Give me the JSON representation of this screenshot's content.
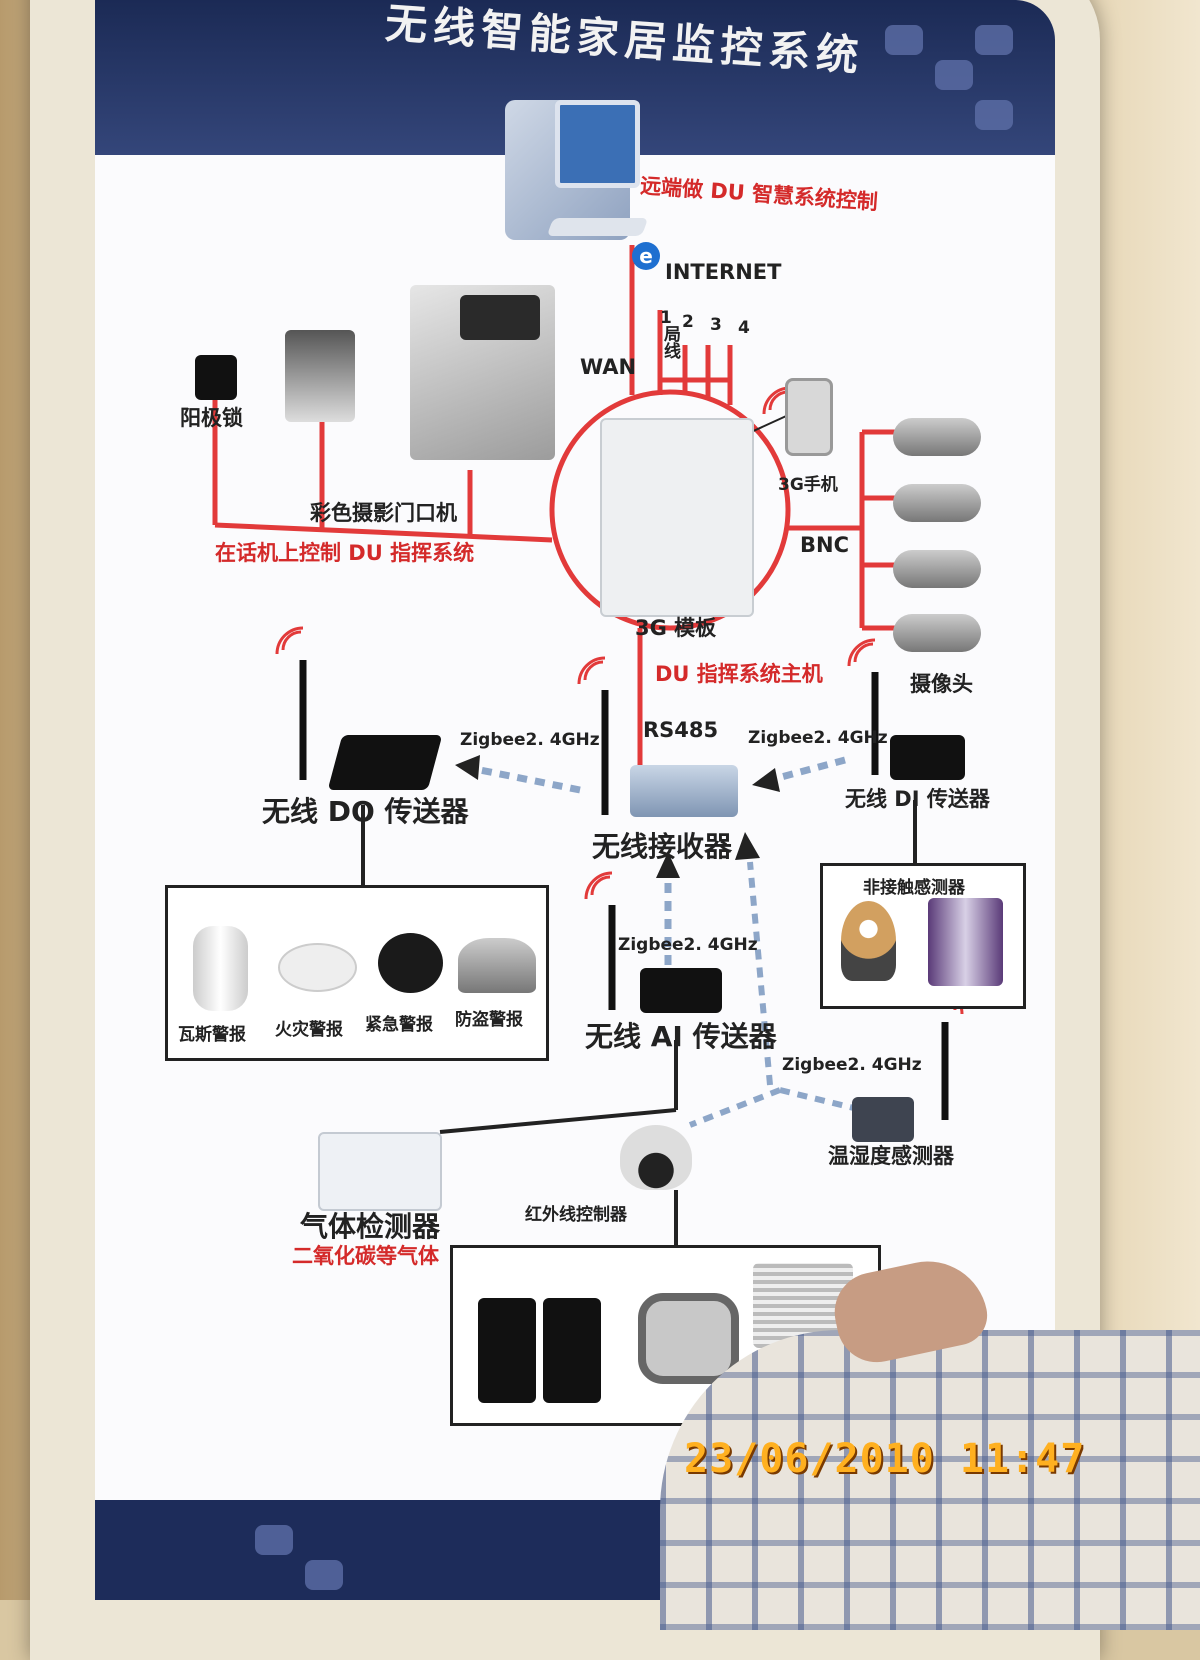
{
  "title": "无线智能家居监控系统",
  "labels": {
    "remote_control": "远端做 DU 智慧系统控制",
    "internet": "INTERNET",
    "wan": "WAN",
    "line1": "1",
    "line2": "2",
    "line3": "3",
    "line4": "4",
    "local_line": "局线",
    "electric_lock": "阳极锁",
    "door_camera": "彩色摄影门口机",
    "phone_control": "在话机上控制 DU 指挥系统",
    "phone_3g": "3G手机",
    "bnc": "BNC",
    "module_3g": "3G 模板",
    "du_host": "DU 指挥系统主机",
    "camera": "摄像头",
    "rs485": "RS485",
    "zigbee_left": "Zigbee2. 4GHz",
    "zigbee_right": "Zigbee2. 4GHz",
    "zigbee_mid": "Zigbee2. 4GHz",
    "zigbee_low": "Zigbee2. 4GHz",
    "do_transmitter": "无线 DO 传送器",
    "receiver": "无线接收器",
    "di_transmitter": "无线 DI 传送器",
    "noncontact_sensor": "非接触感测器",
    "ai_transmitter": "无线 AI 传送器",
    "gas_alarm": "瓦斯警报",
    "fire_alarm": "火灾警报",
    "emergency_alarm": "紧急警报",
    "burglar_alarm": "防盗警报",
    "temp_humidity": "温湿度感测器",
    "gas_detector": "气体检测器",
    "co2_gas": "二氧化碳等气体",
    "ir_controller": "红外线控制器"
  },
  "timestamp": "23/06/2010  11:47",
  "colors": {
    "wire_red": "#e23a3a",
    "wire_dark": "#222222",
    "zigbee_blue": "#8da6c8",
    "panel_navy": "#1d2c5a"
  }
}
